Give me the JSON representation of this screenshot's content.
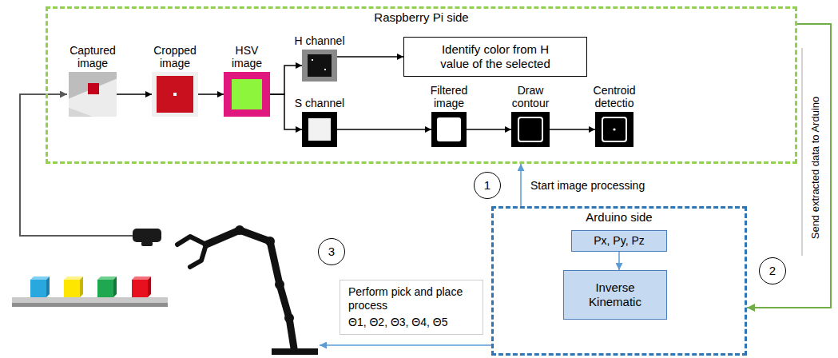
{
  "diagram": {
    "nodes": [
      {
        "text": [
          "Raspberry Pi side"
        ]
      },
      {
        "text": [
          "Captured image"
        ],
        "in": 0
      },
      {
        "text": [
          "Cropped image"
        ],
        "in": 0
      },
      {
        "text": [
          "HSV image"
        ],
        "in": 0
      },
      {
        "text": [
          "H channel"
        ],
        "in": 0
      },
      {
        "text": [
          "Identify color from H value of the selected"
        ],
        "in": 0
      },
      {
        "text": [
          "S channel"
        ],
        "in": 0
      },
      {
        "text": [
          "Filtered image"
        ],
        "in": 0
      },
      {
        "text": [
          "Draw contour"
        ],
        "in": 0
      },
      {
        "text": [
          "Centroid detectio"
        ],
        "in": 0
      },
      {
        "text": [
          "1"
        ]
      },
      {
        "text": [
          "Arduino side"
        ]
      },
      {
        "text": [
          "Px, Py, Pz"
        ],
        "in": 11
      },
      {
        "text": [
          "Inverse Kinematic"
        ],
        "in": 11
      },
      {
        "text": [
          "2"
        ]
      },
      {
        "text": [
          "3"
        ]
      },
      {
        "text": [
          "Perform pick and place process",
          "Θ1, Θ2, Θ3, Θ4, Θ5"
        ]
      }
    ],
    "edges": [
      {
        "from": 1,
        "to": 2,
        "arrow": "to"
      },
      {
        "from": 2,
        "to": 3,
        "arrow": "to"
      },
      {
        "from": 3,
        "to": 4,
        "arrow": "to"
      },
      {
        "from": 3,
        "to": 6,
        "arrow": "to"
      },
      {
        "from": 4,
        "to": 5,
        "arrow": "to"
      },
      {
        "from": 6,
        "to": 7,
        "arrow": "to"
      },
      {
        "from": 7,
        "to": 8,
        "arrow": "to"
      },
      {
        "from": 8,
        "to": 9,
        "arrow": "to"
      },
      {
        "from": 12,
        "to": 13,
        "arrow": "to"
      },
      {
        "from": 11,
        "to": 0,
        "label": "Start image processing",
        "arrow": "to"
      },
      {
        "from": 0,
        "to": 11,
        "label": "Send extracted data to Arduino",
        "arrow": "to"
      }
    ]
  }
}
